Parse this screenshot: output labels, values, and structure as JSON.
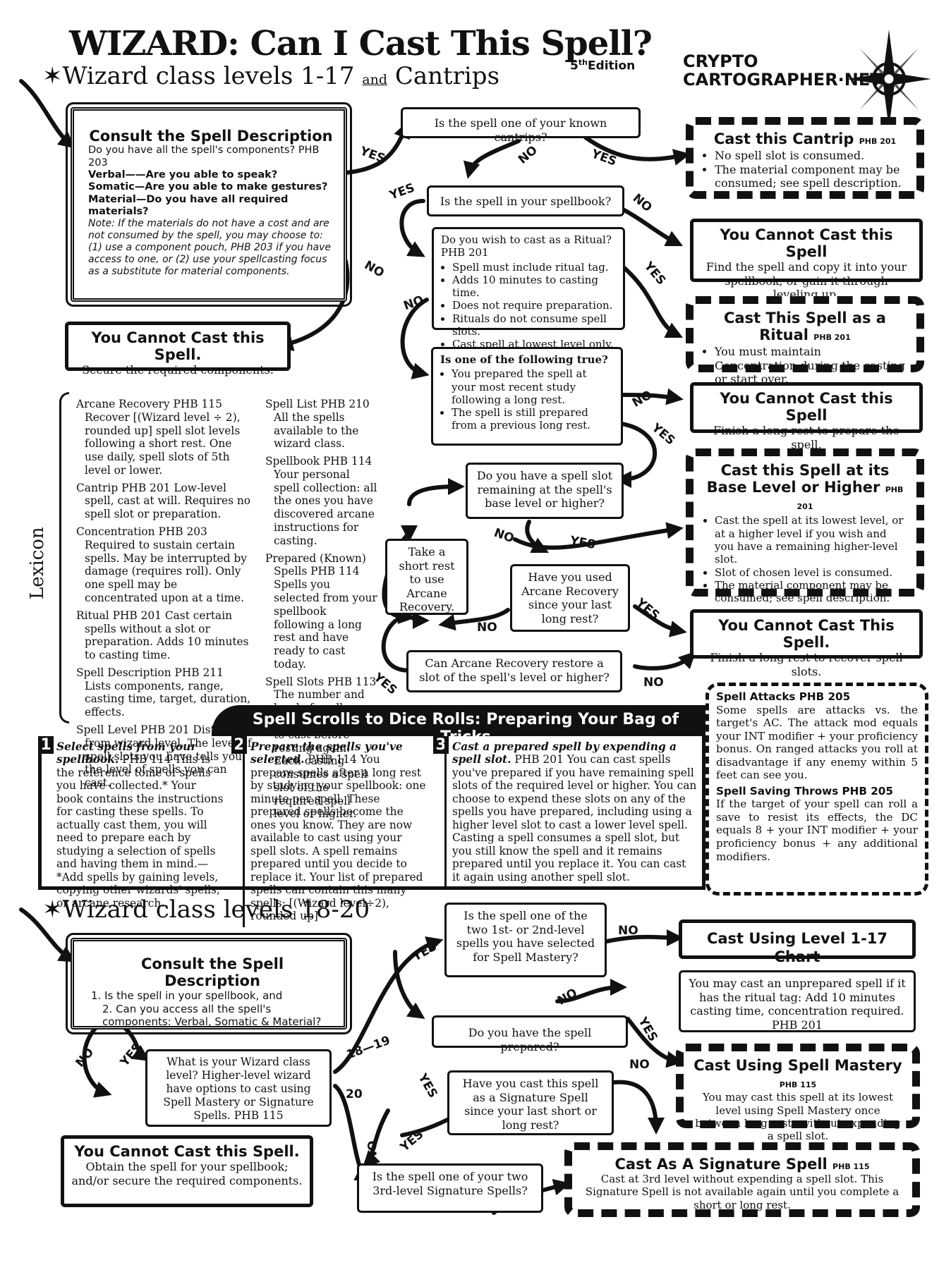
{
  "header": {
    "title": "WIZARD: Can I Cast This Spell?",
    "edition_num": "5",
    "edition_sup": "th",
    "edition_word": "Edition",
    "subtitle_a": "Wizard class levels 1-17",
    "subtitle_and": "and",
    "subtitle_b": "Cantrips",
    "brand_1": "CRYPTO",
    "brand_2": "CARTOGRAPHER·NET"
  },
  "consult1": {
    "title": "Consult the Spell Description",
    "line1": "Do you have all the spell's components? PHB 203",
    "verbal": "Verbal——Are you able to speak?",
    "somatic": "Somatic—Are you able to make gestures?",
    "material": "Material—Do you have all required materials?",
    "note": "Note: If the materials do not have a cost and are not consumed by the spell, you may choose to: (1) use a component pouch, PHB 203 if you have access to one, or (2) use your spellcasting focus as a substitute for material components."
  },
  "no_components": {
    "title": "You Cannot Cast this Spell.",
    "text": "Secure the required components."
  },
  "q_cantrip": "Is the spell one of your known cantrips?",
  "q_spellbook": "Is the spell in your spellbook?",
  "q_ritual": {
    "title": "Do you wish to cast as a Ritual? PHB 201",
    "items": [
      "Spell must include ritual tag.",
      "Adds 10 minutes to casting time.",
      "Does not require preparation.",
      "Rituals do not consume spell slots.",
      "Cast spell at lowest level only."
    ]
  },
  "q_prepared": {
    "title": "Is one of the following true?",
    "items": [
      "You prepared the spell at your most recent study following a long rest.",
      "The spell is still prepared from a previous long rest."
    ]
  },
  "q_slot": "Do you have a spell slot remaining at the spell's base level or higher?",
  "take_short": "Take a short rest to use Arcane Recovery.",
  "q_arcane_used": "Have you used Arcane Recovery since your last long rest?",
  "q_arcane_restore": "Can Arcane Recovery restore a slot of the spell's level or higher?",
  "r_cantrip": {
    "title": "Cast this Cantrip",
    "ref": "PHB 201",
    "items": [
      "No spell slot is consumed.",
      "The material component may be consumed; see spell description."
    ]
  },
  "r_copy": {
    "title": "You Cannot Cast this Spell",
    "text": "Find the spell and copy it into your spellbook, or gain it through leveling up."
  },
  "r_ritual": {
    "title": "Cast This Spell as a Ritual",
    "ref": "PHB 201",
    "items": [
      "You must maintain Concentration during the casting or start over."
    ]
  },
  "r_prepare": {
    "title": "You Cannot Cast this Spell",
    "text": "Finish a long rest to prepare the spell."
  },
  "r_base": {
    "title": "Cast this Spell at its Base Level or Higher",
    "ref": "PHB 201",
    "items": [
      "Cast the spell at its lowest level, or at a higher level if you wish and you have a remaining higher-level slot.",
      "Slot of chosen level is consumed.",
      "The material component may be consumed; see spell description."
    ]
  },
  "r_recover": {
    "title": "You Cannot Cast This Spell.",
    "text": "Finish a long rest to recover spell slots."
  },
  "labels": {
    "yes": "YES",
    "no": "NO",
    "l1819": "18—19",
    "l20": "20"
  },
  "lexicon": {
    "title": "Lexicon",
    "col1": [
      "Arcane Recovery PHB 115 Recover [(Wizard level ÷ 2), rounded up] spell slot levels following a short rest. One use daily, spell slots of 5th level or lower.",
      "Cantrip PHB 201 Low-level spell, cast at will. Requires no spell slot or preparation.",
      "Concentration PHB 203 Required to sustain certain spells. May be interrupted by damage (requires roll). Only one spell may be concentrated upon at a time.",
      "Ritual PHB 201 Cast certain spells without a slot or preparation. Adds 10 minutes to casting time.",
      "Spell Description PHB 211 Lists components, range, casting time, target, duration, effects.",
      "Spell Level PHB 201 Distinct from wizard level. The level of spell slots you have tells you the level of spells you can cast."
    ],
    "col2": [
      "Spell List PHB 210 All the spells available to the wizard class.",
      "Spellbook PHB 114 Your personal spell collection: all the ones you have discovered arcane instructions for casting.",
      "Prepared (Known) Spells PHB 114 Spells you selected from your spellbook following a long rest and have ready to cast today.",
      "Spell Slots PHB 113 The number and level of spells available for you to cast before resting again. Each casting consumes a spell slot of the required spell level or higher."
    ]
  },
  "scrolls": {
    "title": "Spell Scrolls to Dice Rolls: Preparing Your Bag of Tricks",
    "steps": [
      {
        "num": "1",
        "head": "Select spells from your spellbook.",
        "text": "PHB 114 This is the reference tome of spells you have collected.* Your book contains the instructions for casting these spells. To actually cast them, you will need to prepare each by studying a selection of spells and having them in mind.—*Add spells by gaining levels, copying other wizards' spells, or arcane research."
      },
      {
        "num": "2",
        "head": "Prepare the spells you've selected.",
        "text": "PHB 114 You prepare spells after a long rest by studying your spellbook: one minute per spell. These prepared spells become the ones you know. They are now available to cast using your spell slots. A spell remains prepared until you decide to replace it. Your list of prepared spells can contain this many spells: [(Wizard level÷2), rounded up]"
      },
      {
        "num": "3",
        "head": "Cast a prepared spell by expending a spell slot.",
        "text": "PHB 201 You can cast spells you've prepared if you have remaining spell slots of the required level or higher. You can choose to expend these slots on any of the spells you have prepared, including using a higher level slot to cast a lower level spell. Casting a spell consumes a spell slot, but you still know the spell and it remains prepared until you replace it. You can cast it again using another spell slot."
      }
    ]
  },
  "attacks": {
    "t1": "Spell Attacks PHB 205",
    "p1": "Some spells are attacks vs. the target's AC. The attack mod equals your INT modifier + your proficiency bonus. On ranged attacks you roll at disadvantage if any enemy within 5 feet can see you.",
    "t2": "Spell Saving Throws PHB 205",
    "p2": "If the target of your spell can roll a save to resist its effects, the DC equals 8 + your INT modifier + your proficiency bonus + any additional modifiers."
  },
  "bottom": {
    "subtitle": "Wizard class levels 18-20",
    "consult_title": "Consult the Spell Description",
    "consult_1": "1. Is the spell in your spellbook, and",
    "consult_2": "2. Can you access all the spell's components: Verbal, Somatic & Material?",
    "q_level": "What is your Wizard class level? Higher-level wizard have options to cast using Spell Mastery or Signature Spells. PHB 115",
    "no_cast_title": "You Cannot Cast this Spell.",
    "no_cast_text": "Obtain the spell for your spellbook; and/or secure the required components.",
    "q_mastery": "Is the spell one of the two 1st- or 2nd-level spells you have selected for Spell Mastery?",
    "q_prep2": "Do you have the spell prepared?",
    "q_sig_cast": "Have you cast this spell as a Signature Spell since your last short or long rest?",
    "q_sig": "Is the spell one of your two 3rd-level Signature Spells?",
    "r_chart": "Cast Using Level 1-17 Chart",
    "r_unprep": "You may cast an unprepared spell if it has the ritual tag: Add 10 minutes casting time, concentration required. PHB 201",
    "r_mastery_title": "Cast Using Spell Mastery",
    "r_mastery_ref": "PHB 115",
    "r_mastery_text": "You may cast this spell at its lowest level using Spell Mastery once between long rests without expending a spell slot.",
    "r_sig_title": "Cast As A Signature Spell",
    "r_sig_ref": "PHB 115",
    "r_sig_text": "Cast at 3rd level without expending a spell slot. This Signature Spell is not available again until you complete a short or long rest."
  }
}
